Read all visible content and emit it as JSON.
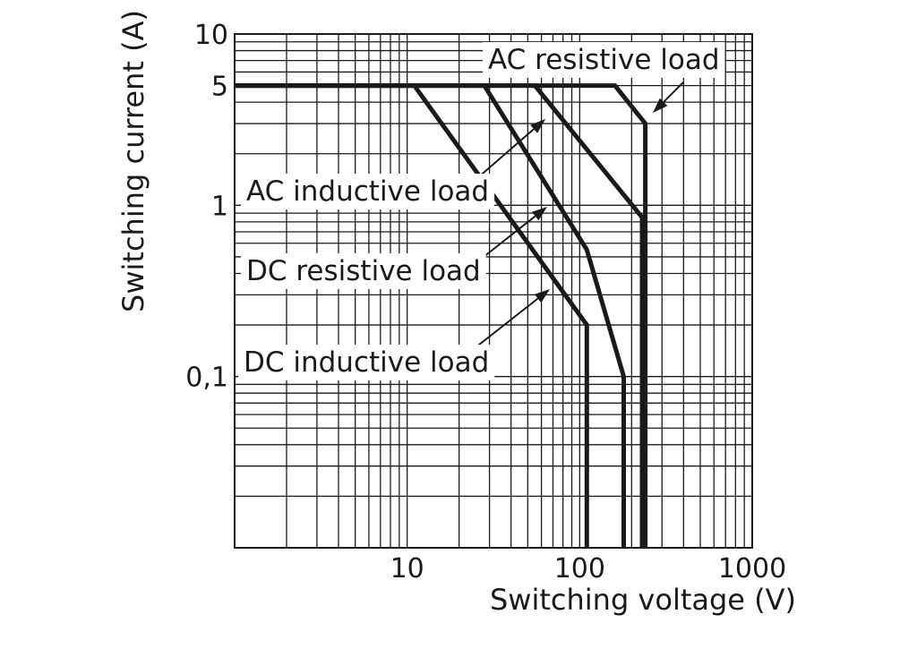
{
  "chart_data": {
    "type": "line",
    "title": "",
    "xlabel": "Switching voltage (V)",
    "ylabel": "Switching current (A)",
    "xscale": "log",
    "yscale": "log",
    "xlim": [
      1,
      1000
    ],
    "ylim": [
      0.01,
      10
    ],
    "grid": true,
    "x_ticks": [
      {
        "value": 10,
        "label": "10"
      },
      {
        "value": 100,
        "label": "100"
      },
      {
        "value": 1000,
        "label": "1000"
      }
    ],
    "y_ticks": [
      {
        "value": 10,
        "label": "10"
      },
      {
        "value": 5,
        "label": "5"
      },
      {
        "value": 1,
        "label": "1"
      },
      {
        "value": 0.1,
        "label": "0,1"
      }
    ],
    "series": [
      {
        "name": "AC resistive load",
        "x": [
          1,
          160,
          240,
          240
        ],
        "y": [
          5,
          5,
          3,
          0.01
        ]
      },
      {
        "name": "AC inductive load",
        "x": [
          1,
          55,
          230,
          230
        ],
        "y": [
          5,
          5,
          0.85,
          0.01
        ]
      },
      {
        "name": "DC resistive load",
        "x": [
          1,
          28,
          110,
          180,
          180
        ],
        "y": [
          5,
          5,
          0.55,
          0.1,
          0.01
        ]
      },
      {
        "name": "DC inductive load",
        "x": [
          1,
          11,
          110,
          110
        ],
        "y": [
          5,
          5,
          0.2,
          0.01
        ]
      }
    ]
  }
}
